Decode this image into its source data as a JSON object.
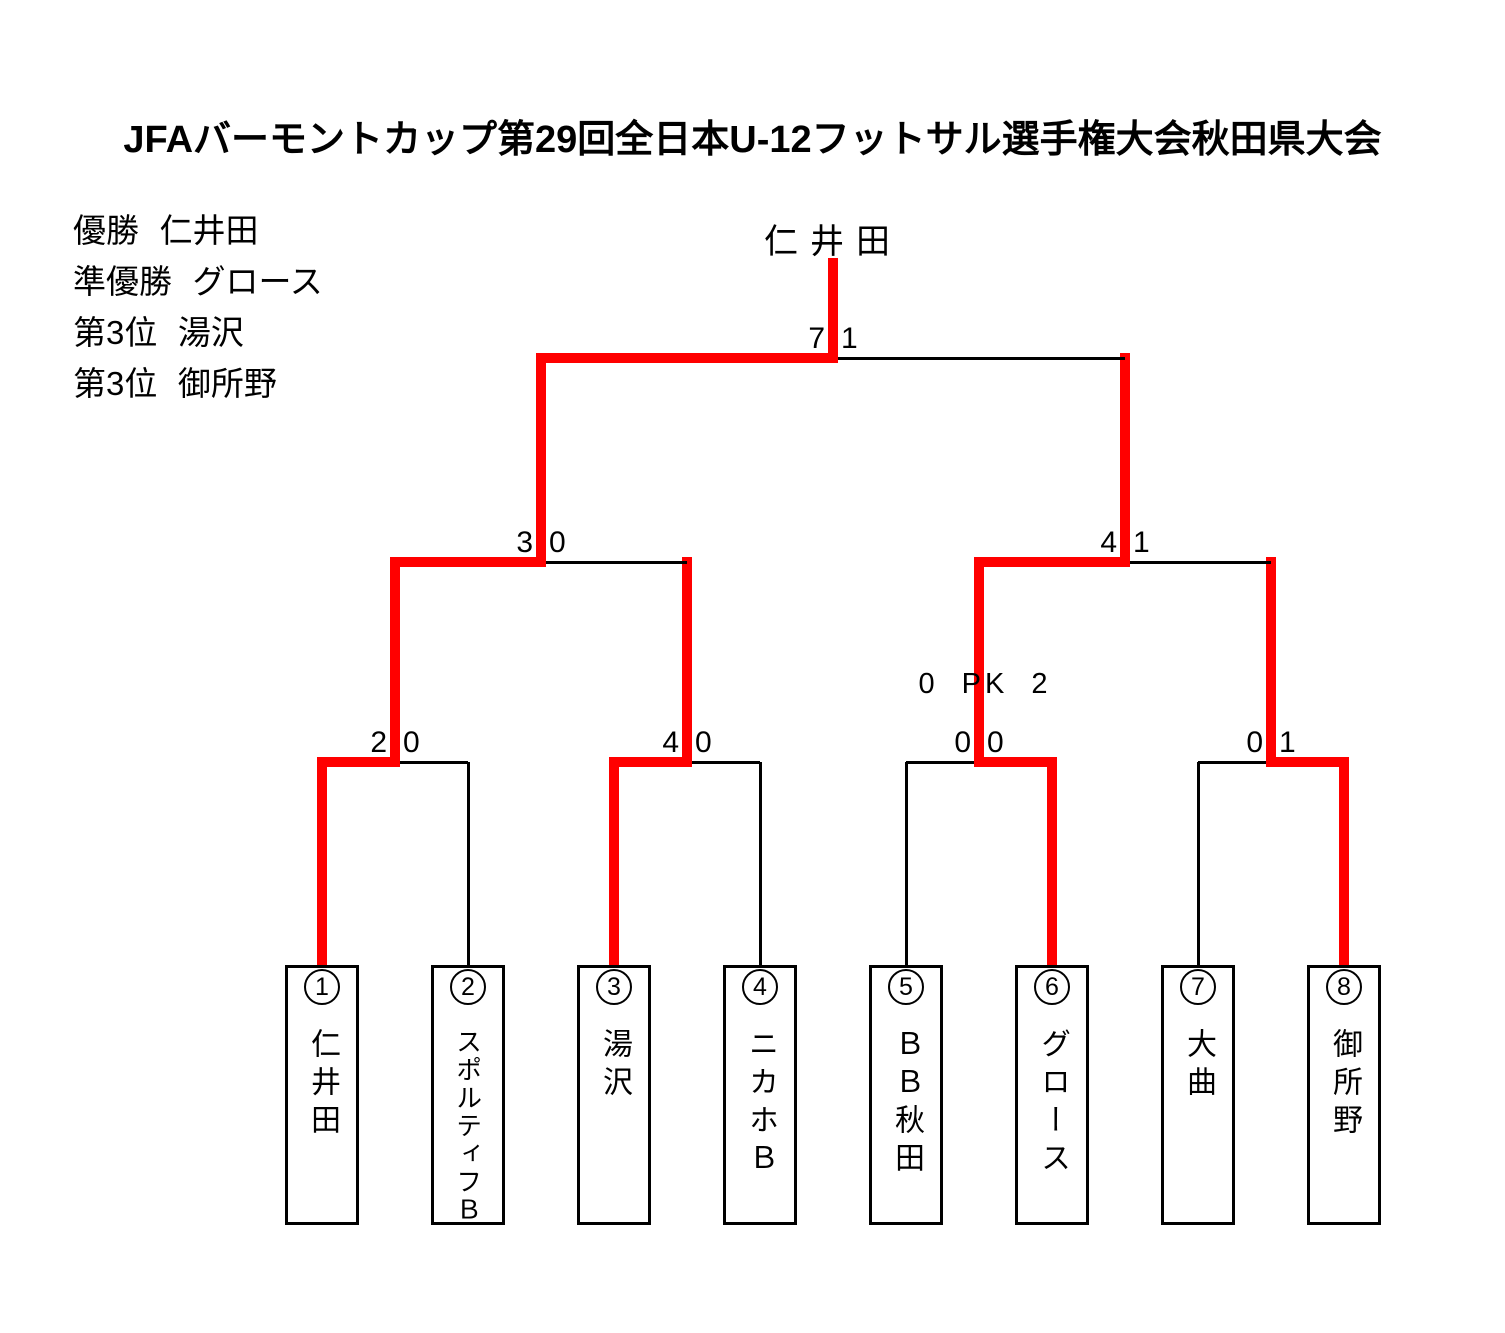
{
  "page_title": "JFAバーモントカップ第29回全日本U-12フットサル選手権大会秋田県大会",
  "champion_label": "仁井田",
  "colors": {
    "winner_path": "#ff0000",
    "line": "#000000"
  },
  "standings": {
    "items": [
      {
        "label": "優勝",
        "team": "仁井田"
      },
      {
        "label": "準優勝",
        "team": "グロース"
      },
      {
        "label": "第3位",
        "team": "湯沢"
      },
      {
        "label": "第3位",
        "team": "御所野"
      }
    ]
  },
  "bracket": {
    "teams": [
      {
        "seed": "1",
        "name": "仁井田"
      },
      {
        "seed": "2",
        "name": "スポルティフＢ"
      },
      {
        "seed": "3",
        "name": "湯沢"
      },
      {
        "seed": "4",
        "name": "ニカホＢ"
      },
      {
        "seed": "5",
        "name": "ＢＢ秋田"
      },
      {
        "seed": "6",
        "name": "グロース"
      },
      {
        "seed": "7",
        "name": "大曲"
      },
      {
        "seed": "8",
        "name": "御所野"
      }
    ],
    "quarterfinals": [
      {
        "left_score": "2",
        "right_score": "0",
        "winner": "left"
      },
      {
        "left_score": "4",
        "right_score": "0",
        "winner": "left"
      },
      {
        "left_score": "0",
        "right_score": "0",
        "winner": "right",
        "note": "0 PK 2"
      },
      {
        "left_score": "0",
        "right_score": "1",
        "winner": "right"
      }
    ],
    "semifinals": [
      {
        "left_score": "3",
        "right_score": "0",
        "winner": "left"
      },
      {
        "left_score": "4",
        "right_score": "1",
        "winner": "left"
      }
    ],
    "final": {
      "left_score": "7",
      "right_score": "1",
      "winner": "left"
    }
  }
}
